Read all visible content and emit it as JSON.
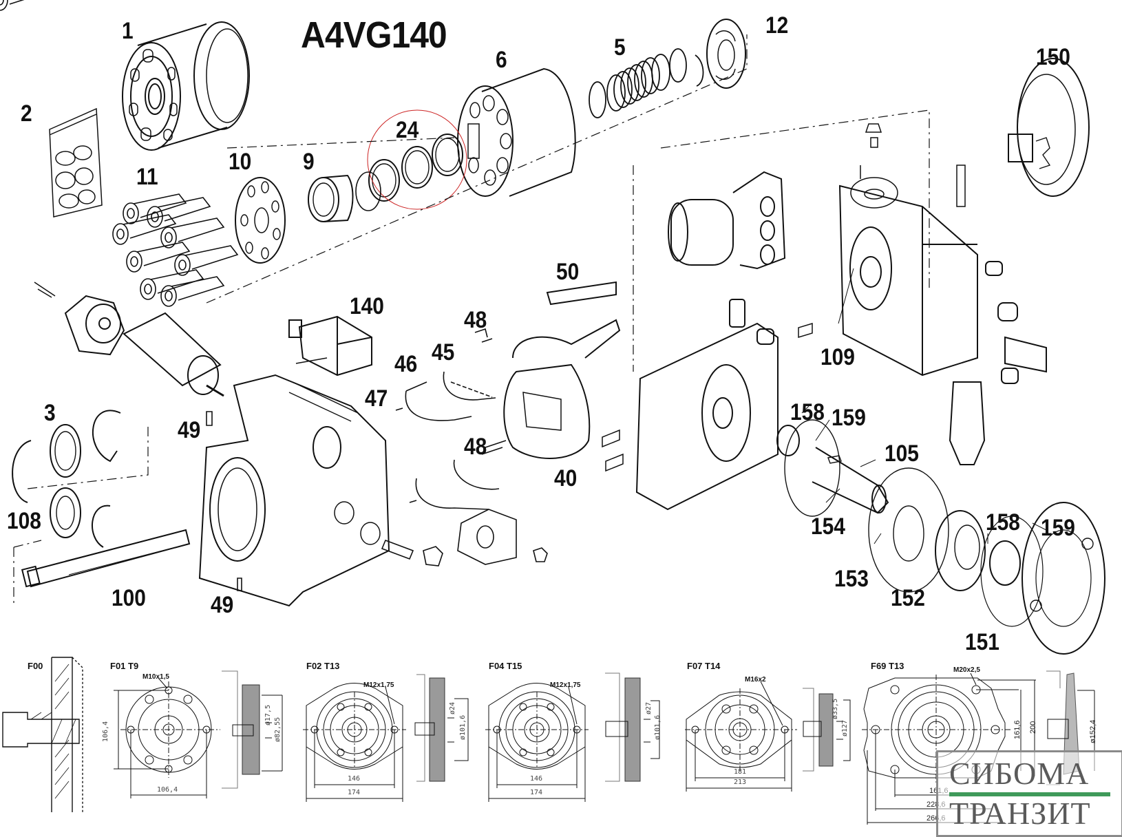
{
  "title": "A4VG140",
  "part_labels": {
    "p1": "1",
    "p2": "2",
    "p3": "3",
    "p5": "5",
    "p6": "6",
    "p9": "9",
    "p10": "10",
    "p11": "11",
    "p12": "12",
    "p24": "24",
    "p40": "40",
    "p45": "45",
    "p46": "46",
    "p47": "47",
    "p48a": "48",
    "p48b": "48",
    "p49a": "49",
    "p49b": "49",
    "p50": "50",
    "p100": "100",
    "p105": "105",
    "p108": "108",
    "p109": "109",
    "p140": "140",
    "p150": "150",
    "p151": "151",
    "p152": "152",
    "p153": "153",
    "p154": "154",
    "p158a": "158",
    "p158b": "158",
    "p159a": "159",
    "p159b": "159"
  },
  "highlight_color": "#cc2222",
  "flanges": [
    {
      "code": "F00",
      "thread": "",
      "dims": []
    },
    {
      "code": "F01 T9",
      "thread": "M10x1,5",
      "dims": {
        "height": "106,4",
        "width": "106,4",
        "bore": "ø17,5",
        "pilot": "ø82,55"
      }
    },
    {
      "code": "F02 T13",
      "thread": "M12x1,75",
      "dims": {
        "inner": "146",
        "outer": "174",
        "bore": "ø24",
        "pilot": "ø101,6"
      }
    },
    {
      "code": "F04 T15",
      "thread": "M12x1,75",
      "dims": {
        "inner": "146",
        "outer": "174",
        "bore": "ø27",
        "pilot": "ø101,6"
      }
    },
    {
      "code": "F07  T14",
      "thread": "M16x2",
      "dims": {
        "inner": "181",
        "outer": "213",
        "bore": "ø33,5",
        "pilot": "ø127"
      }
    },
    {
      "code": "F69  T13",
      "thread": "M20x2,5",
      "dims": {
        "h1": "161,6",
        "h2": "200",
        "pilot": "ø152,4",
        "w1": "161,6",
        "w2": "228,6",
        "w3": "266,6"
      }
    }
  ],
  "watermark": {
    "line1": "СИБОМА",
    "line2": "ТРАНЗИТ",
    "bar_color": "#3f9a5a"
  }
}
